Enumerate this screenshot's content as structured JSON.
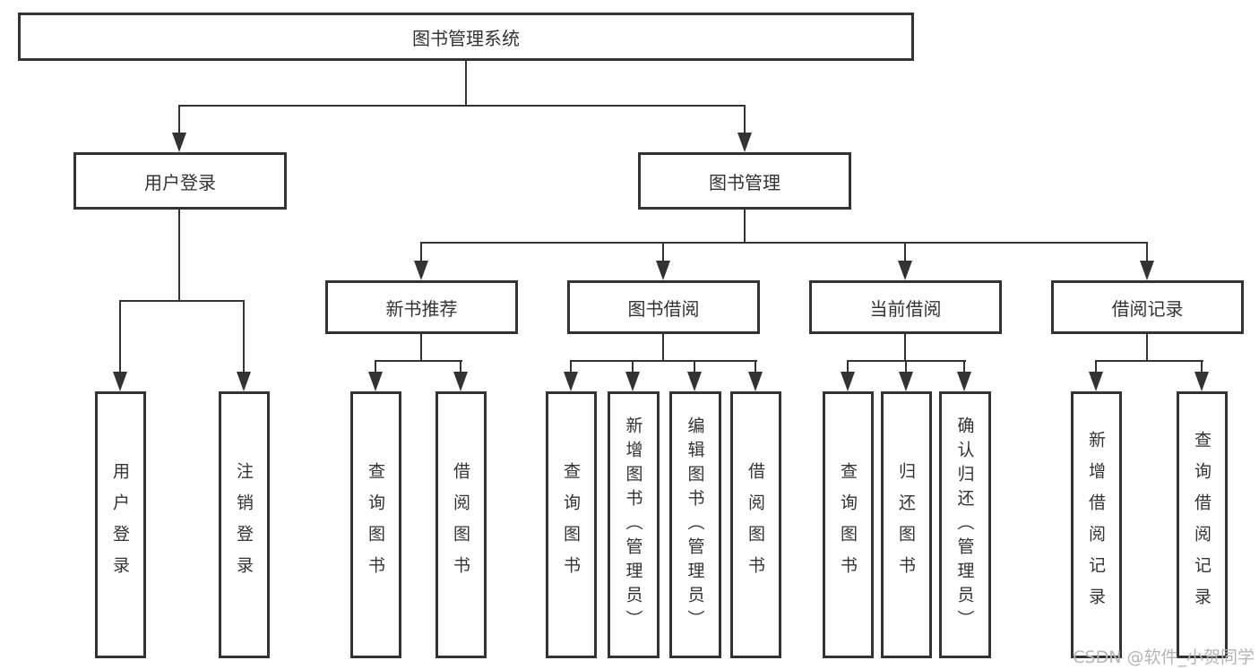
{
  "page": {
    "background": "#ffffff",
    "line_color": "#333333",
    "text_color": "#333333",
    "watermark": {
      "text": "CSDN @软件_小贺同学",
      "color": "#b5b5b5"
    }
  },
  "tree": {
    "root": {
      "label": "图书管理系统"
    },
    "branches": [
      {
        "label": "用户登录",
        "leaves": [
          {
            "label": "用户登录"
          },
          {
            "label": "注销登录"
          }
        ]
      },
      {
        "label": "图书管理",
        "sections": [
          {
            "label": "新书推荐",
            "leaves": [
              {
                "label": "查询图书"
              },
              {
                "label": "借阅图书"
              }
            ]
          },
          {
            "label": "图书借阅",
            "leaves": [
              {
                "label": "查询图书"
              },
              {
                "label": "新增图书（管理员）"
              },
              {
                "label": "编辑图书（管理员）"
              },
              {
                "label": "借阅图书"
              }
            ]
          },
          {
            "label": "当前借阅",
            "leaves": [
              {
                "label": "查询图书"
              },
              {
                "label": "归还图书"
              },
              {
                "label": "确认归还（管理员）"
              }
            ]
          },
          {
            "label": "借阅记录",
            "leaves": [
              {
                "label": "新增借阅记录"
              },
              {
                "label": "查询借阅记录"
              }
            ]
          }
        ]
      }
    ]
  }
}
